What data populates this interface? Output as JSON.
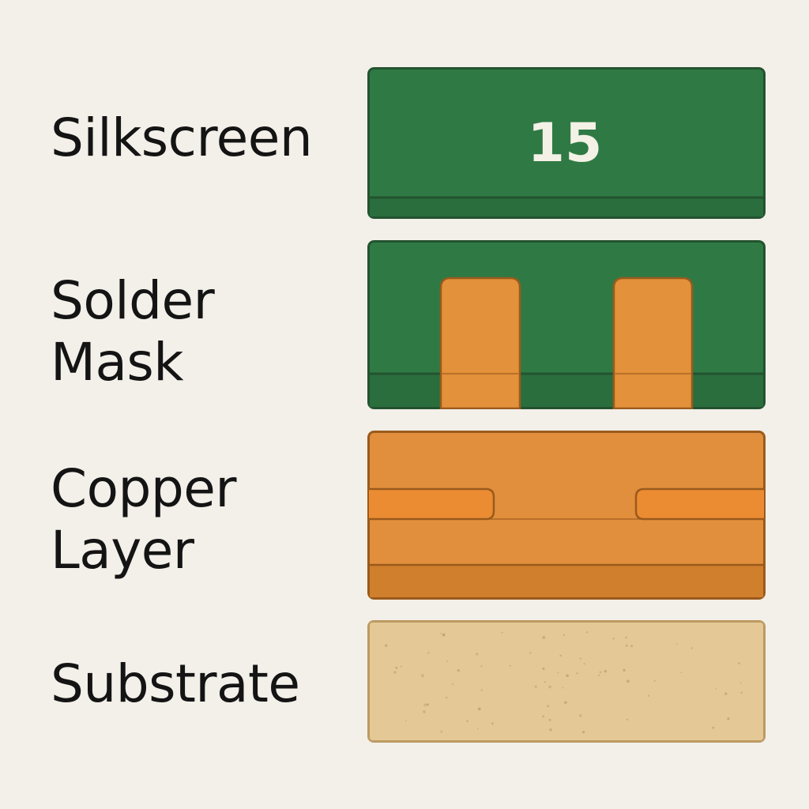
{
  "layers": [
    {
      "id": "silkscreen",
      "label_lines": [
        "Silkscreen"
      ],
      "marking": "15",
      "colors": {
        "fill": "#2f7a44",
        "edge": "#23532f",
        "band": "#2a6e3d",
        "marking": "#f4f1e6"
      }
    },
    {
      "id": "solder-mask",
      "label_lines": [
        "Solder",
        "Mask"
      ],
      "pad_count": 2,
      "colors": {
        "fill": "#2f7a44",
        "edge": "#23532f",
        "band": "#2a6e3d",
        "pad": "#e3913a",
        "pad_edge": "#9a5a1c"
      }
    },
    {
      "id": "copper-layer",
      "label_lines": [
        "Copper",
        "Layer"
      ],
      "trace_count": 2,
      "colors": {
        "fill": "#e18f3c",
        "edge": "#9a5a1c",
        "band": "#d07f2c",
        "trace": "#eb8c33"
      }
    },
    {
      "id": "substrate",
      "label_lines": [
        "Substrate"
      ],
      "colors": {
        "fill": "#e4c997",
        "edge": "#bd9a62",
        "speckle": "#c4a57a"
      }
    }
  ]
}
